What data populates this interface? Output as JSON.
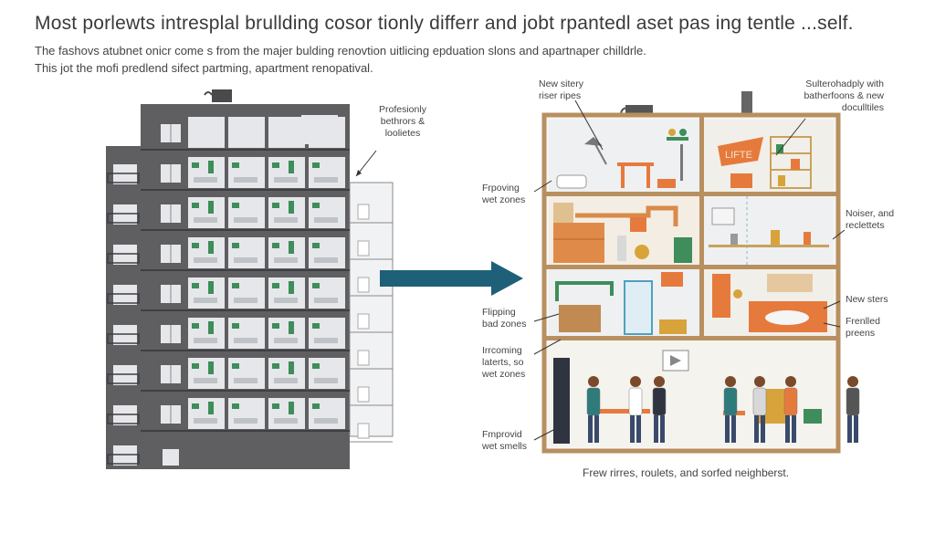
{
  "title": "Most porlewts intresplal brullding cosor tionly differr and jobt rpantedl aset pas ing tentle  ...self.",
  "subtitle_1": "The fashovs atubnet onicr come s from the majer bulding renovtion uitlicing epduation slons and apartnaper chilldrle.",
  "subtitle_2": "This jot the mofi predlend sifect partming, apartment renopatival.",
  "left_annotation": {
    "line1": "Profesionly",
    "line2": "bethrors &",
    "line3": "loolietes"
  },
  "right_annotations": {
    "top_left": {
      "line1": "New sitery",
      "line2": "riser ripes"
    },
    "top_right": {
      "line1": "Sulterohadply with",
      "line2": "batherfoons & new",
      "line3": "doculltiles"
    },
    "wet_zones": {
      "line1": "Frpoving",
      "line2": "wet zones"
    },
    "noise": {
      "line1": "Noiser, and",
      "line2": "reclettets"
    },
    "bad_zones": {
      "line1": "Flipping",
      "line2": "bad zones"
    },
    "new_sters": {
      "line1": "New sters"
    },
    "prefilled": {
      "line1": "Frenlled",
      "line2": "preens"
    },
    "lateral": {
      "line1": "Irrcoming",
      "line2": "laterts, so",
      "line3": "wet zones"
    },
    "smells": {
      "line1": "Fmprovid",
      "line2": "wet smells"
    }
  },
  "sign_text": "LIFTE",
  "caption": "Frew rirres, roulets, and sorfed neighberst.",
  "colors": {
    "building_dark": "#5f5f62",
    "building_light": "#e6e7ea",
    "accent_green": "#3e8d5a",
    "arrow_teal": "#1e6078",
    "frame_wood": "#b89060",
    "accent_orange": "#e67a3c"
  }
}
